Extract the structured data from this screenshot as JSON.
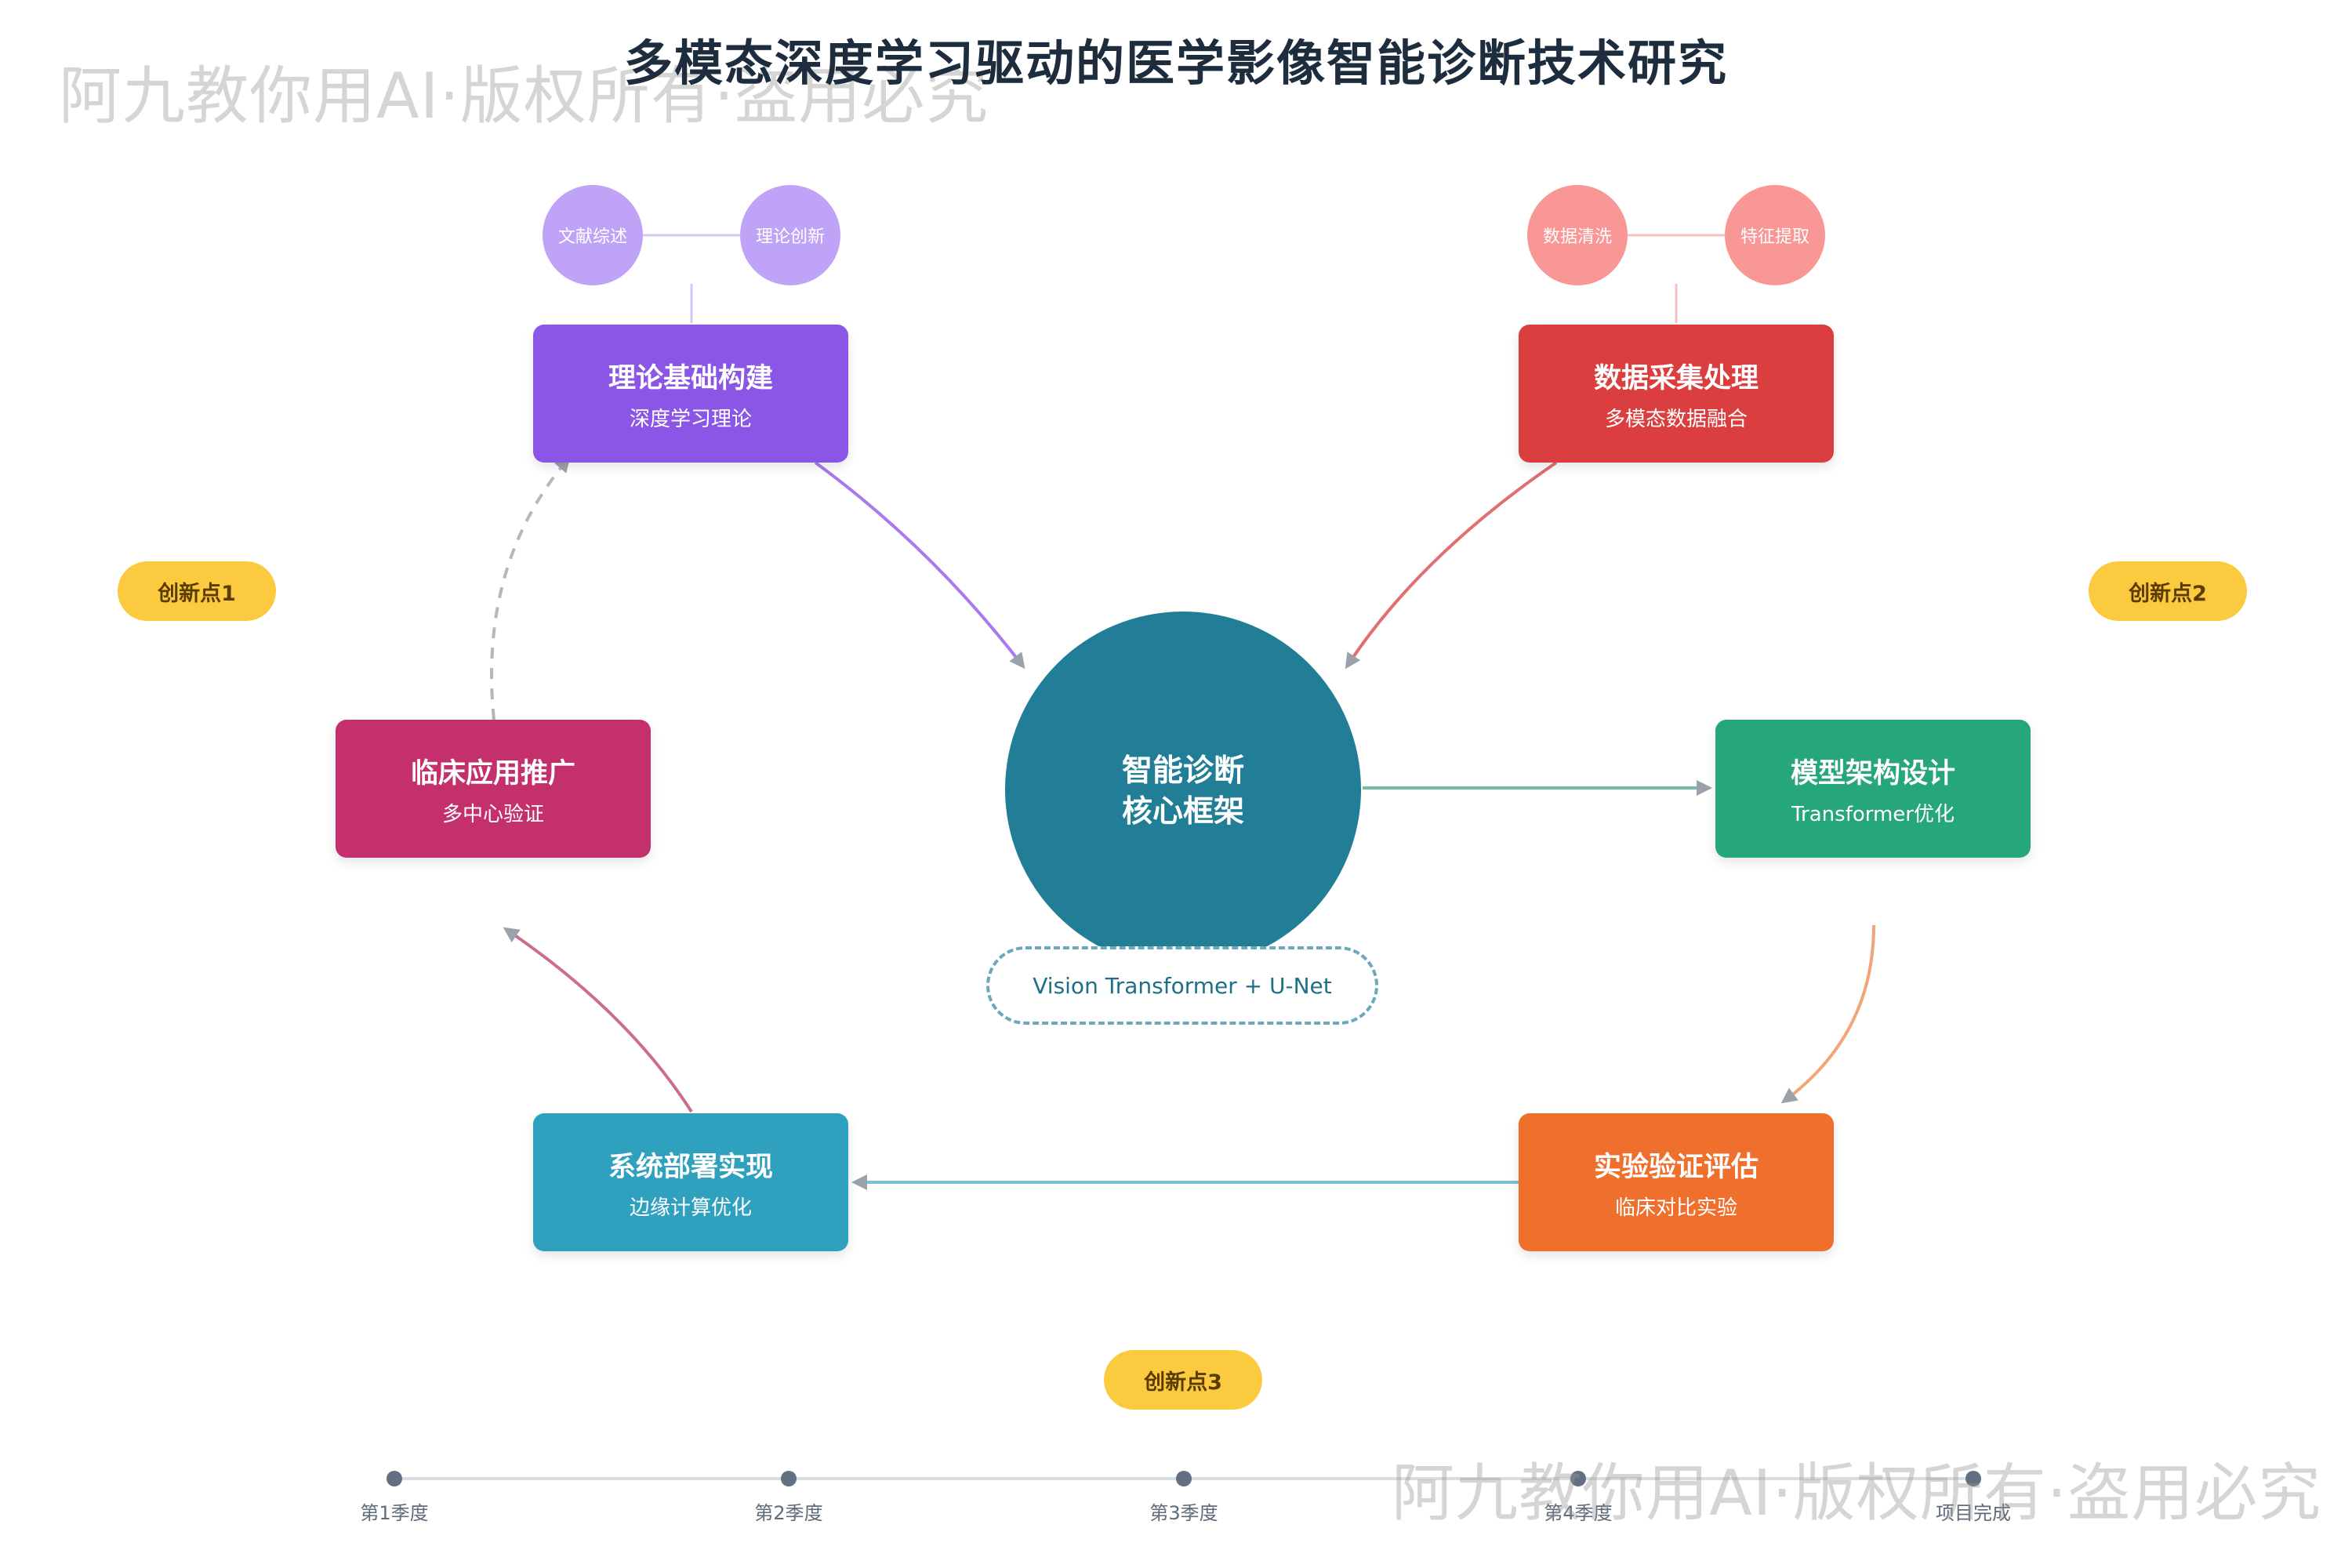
{
  "title": "多模态深度学习驱动的医学影像智能诊断技术研究",
  "watermark": "阿九教你用AI·版权所有·盗用必究",
  "center": {
    "line1": "智能诊断",
    "line2": "核心框架",
    "tag": "Vision Transformer + U-Net"
  },
  "boxes": {
    "theory": {
      "title": "理论基础构建",
      "subtitle": "深度学习理论"
    },
    "data": {
      "title": "数据采集处理",
      "subtitle": "多模态数据融合"
    },
    "model": {
      "title": "模型架构设计",
      "subtitle": "Transformer优化"
    },
    "experiment": {
      "title": "实验验证评估",
      "subtitle": "临床对比实验"
    },
    "deploy": {
      "title": "系统部署实现",
      "subtitle": "边缘计算优化"
    },
    "clinical": {
      "title": "临床应用推广",
      "subtitle": "多中心验证"
    }
  },
  "bubbles": {
    "theory": [
      "文献综述",
      "理论创新"
    ],
    "data": [
      "数据清洗",
      "特征提取"
    ]
  },
  "innovation_points": [
    "创新点1",
    "创新点2",
    "创新点3"
  ],
  "timeline": [
    "第1季度",
    "第2季度",
    "第3季度",
    "第4季度",
    "项目完成"
  ],
  "colors": {
    "theory": "#8b55e6",
    "data": "#db3e3e",
    "model": "#26a67b",
    "experiment": "#ef6f2d",
    "deploy": "#30a0bf",
    "clinical": "#c4306b",
    "core": "#227e96",
    "bubble_purple": "#bfa3f7",
    "bubble_red": "#f99696",
    "innovation": "#fcca3e"
  }
}
